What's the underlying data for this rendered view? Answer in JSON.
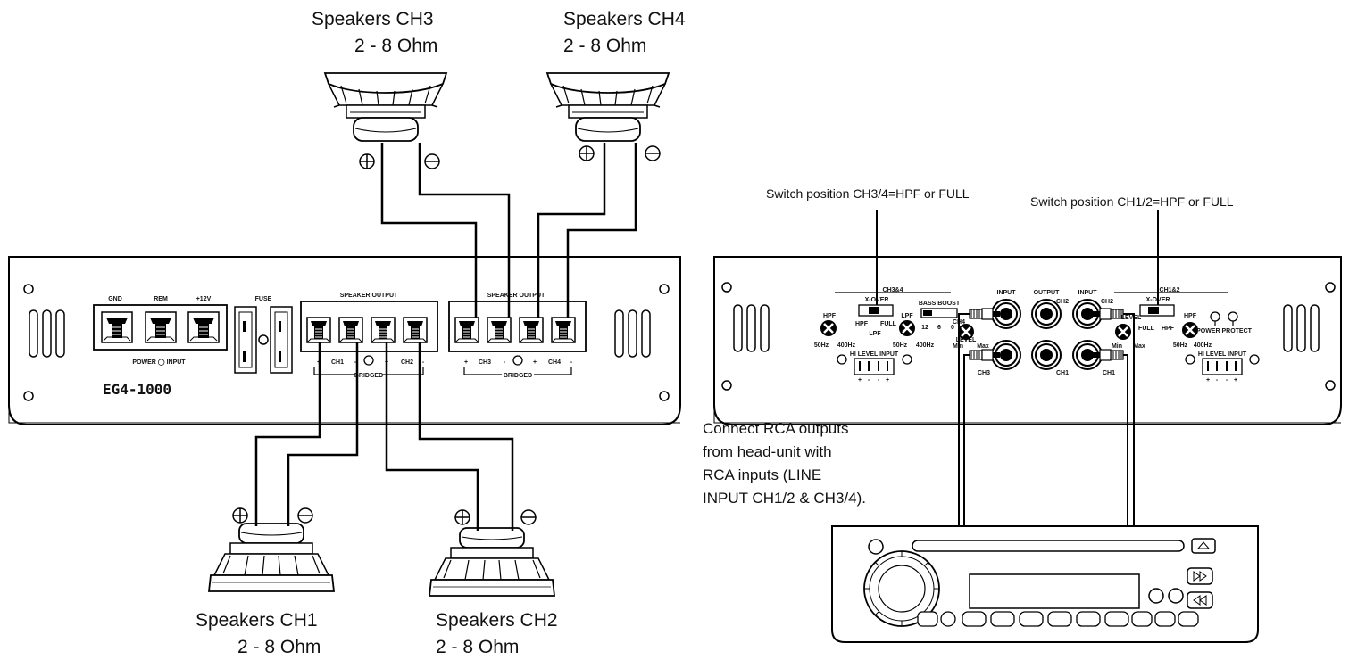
{
  "speakers": {
    "ch3": {
      "name": "Speakers CH3",
      "ohm": "2 - 8 Ohm"
    },
    "ch4": {
      "name": "Speakers CH4",
      "ohm": "2 - 8 Ohm"
    },
    "ch1": {
      "name": "Speakers CH1",
      "ohm": "2 - 8 Ohm"
    },
    "ch2": {
      "name": "Speakers CH2",
      "ohm": "2 - 8 Ohm"
    }
  },
  "switch_notes": {
    "ch34": "Switch  position  CH3/4=HPF or  FULL",
    "ch12": "Switch  position  CH1/2=HPF or  FULL"
  },
  "rca_note": "Connect RCA outputs\nfrom head-unit with\nRCA inputs (LINE\nINPUT CH1/2 & CH3/4).",
  "amp_left": {
    "model": "EG4-1000",
    "power_terminals": [
      "GND",
      "REM",
      "+12V"
    ],
    "fuse": "FUSE",
    "speaker_output": "SPEAKER OUTPUT",
    "power_input": "POWER  ◯  INPUT",
    "ch1": "CH1",
    "ch2": "CH2",
    "ch3": "CH3",
    "ch4": "CH4",
    "bridged": "BRIDGED",
    "plus": "+",
    "minus": "-"
  },
  "amp_right": {
    "ch34": "CH3&4",
    "ch12": "CH1&2",
    "xover": "X-OVER",
    "hpf": "HPF",
    "lpf": "LPF",
    "full": "FULL",
    "bass_boost": "BASS  BOOST",
    "boost_values": [
      "12",
      "6",
      "0"
    ],
    "freq_50": "50Hz",
    "freq_400": "400Hz",
    "level": "LEVEL",
    "min": "Min",
    "max": "Max",
    "input": "INPUT",
    "output": "OUTPUT",
    "ch1": "CH1",
    "ch2": "CH2",
    "ch3": "CH3",
    "ch4": "CH4",
    "hi_level_input": "HI LEVEL INPUT",
    "power_protect": "POWER PROTECT",
    "hi_polarity": [
      "+",
      "-",
      "-",
      "+"
    ]
  }
}
